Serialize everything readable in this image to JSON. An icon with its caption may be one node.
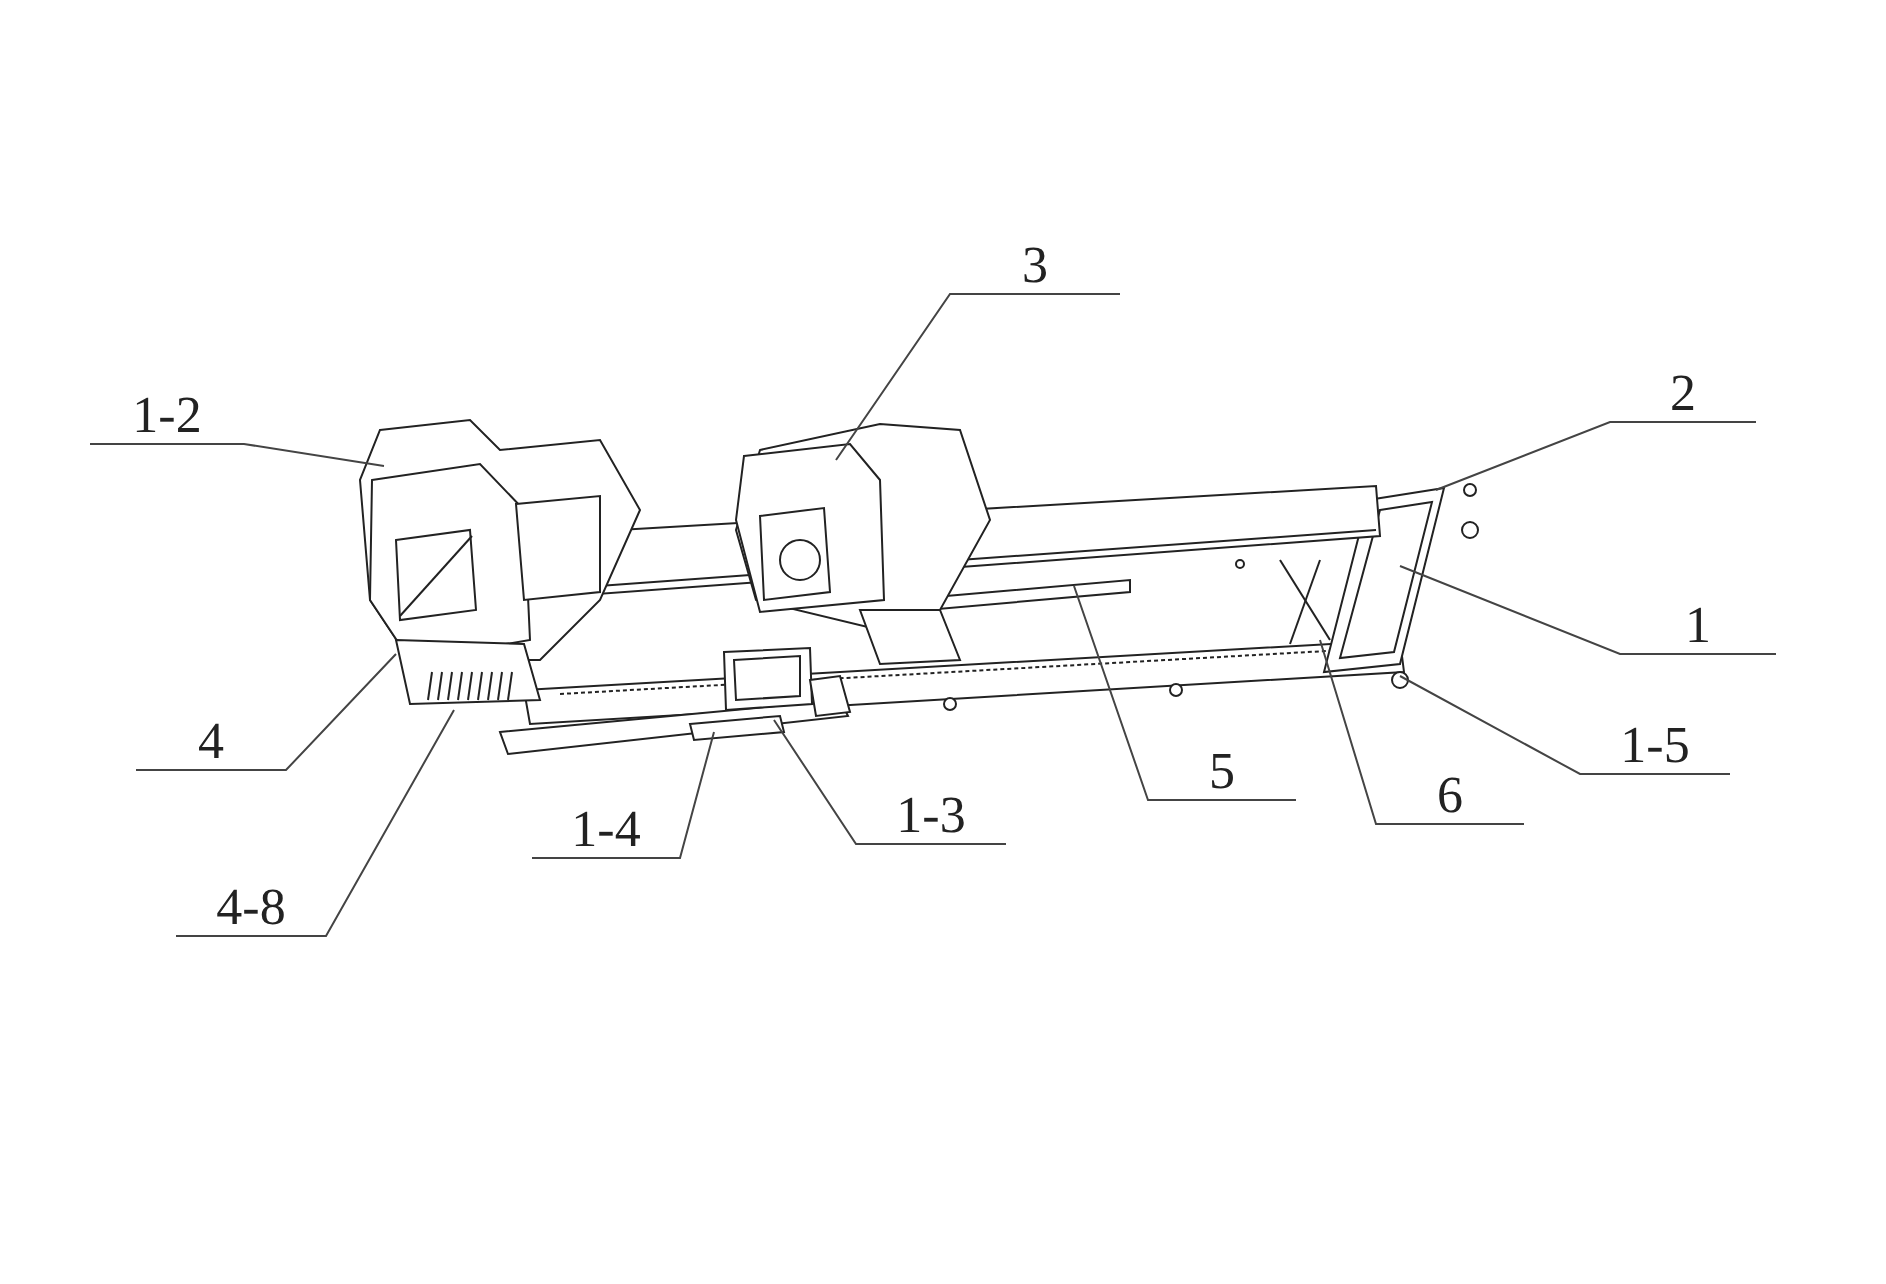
{
  "diagram": {
    "nodes": [
      {
        "text": [
          "3"
        ]
      },
      {
        "text": [
          "1-2"
        ]
      },
      {
        "text": [
          "2"
        ]
      },
      {
        "text": [
          "1"
        ]
      },
      {
        "text": [
          "4"
        ]
      },
      {
        "text": [
          "1-5"
        ]
      },
      {
        "text": [
          "5"
        ]
      },
      {
        "text": [
          "6"
        ]
      },
      {
        "text": [
          "1-3"
        ]
      },
      {
        "text": [
          "1-4"
        ]
      },
      {
        "text": [
          "4-8"
        ]
      }
    ],
    "edges": [
      {
        "from": 0,
        "to": null,
        "arrow": "none"
      },
      {
        "from": 1,
        "to": null,
        "arrow": "none"
      },
      {
        "from": 2,
        "to": null,
        "arrow": "none"
      },
      {
        "from": 3,
        "to": null,
        "arrow": "none"
      },
      {
        "from": 4,
        "to": null,
        "arrow": "none"
      },
      {
        "from": 5,
        "to": null,
        "arrow": "none"
      },
      {
        "from": 6,
        "to": null,
        "arrow": "none"
      },
      {
        "from": 7,
        "to": null,
        "arrow": "none"
      },
      {
        "from": 8,
        "to": null,
        "arrow": "none"
      },
      {
        "from": 9,
        "to": null,
        "arrow": "none"
      },
      {
        "from": 10,
        "to": null,
        "arrow": "none"
      }
    ]
  }
}
